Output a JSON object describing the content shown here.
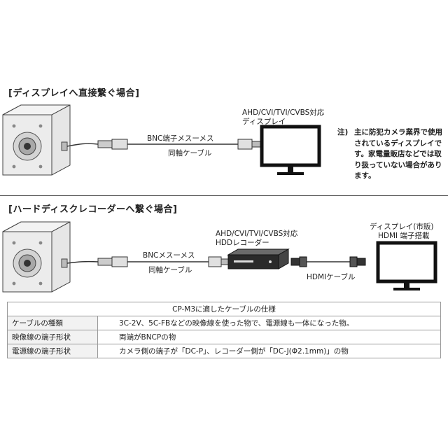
{
  "section1": {
    "heading": "[ディスプレイへ直接繋ぐ場合]",
    "display_label_1": "AHD/CVI/TVI/CVBS対応",
    "display_label_2": "ディスプレイ",
    "cable_label_1": "BNC端子メスーメス",
    "cable_label_2": "同軸ケーブル",
    "note_mark": "注)",
    "note_text": "主に防犯カメラ業界で使用されているディスプレイです。家電量販店などでは取り扱っていない場合があります。"
  },
  "section2": {
    "heading": "[ハードディスクレコーダーへ繋ぐ場合]",
    "cable_label_1": "BNCメスーメス",
    "cable_label_2": "同軸ケーブル",
    "recorder_label_1": "AHD/CVI/TVI/CVBS対応",
    "recorder_label_2": "HDDレコーダー",
    "hdmi_label": "HDMIケーブル",
    "display_label_1": "ディスプレイ(市販)",
    "display_label_2": "HDMI 端子搭載"
  },
  "spec_table": {
    "title": "CP-M3に適したケーブルの仕様",
    "rows": [
      {
        "key": "ケーブルの種類",
        "value": "3C-2V、5C-FBなどの映像線を使った物で、電源線も一体になった物。"
      },
      {
        "key": "映像線の端子形状",
        "value": "両端がBNCPの物"
      },
      {
        "key": "電源線の端子形状",
        "value": "カメラ側の端子が「DC-P」、レコーダー側が「DC-J(Φ2.1mm)」の物"
      }
    ]
  },
  "colors": {
    "line": "#333333",
    "screen_border": "#111111",
    "table_header_bg": "#f2f2f2"
  }
}
